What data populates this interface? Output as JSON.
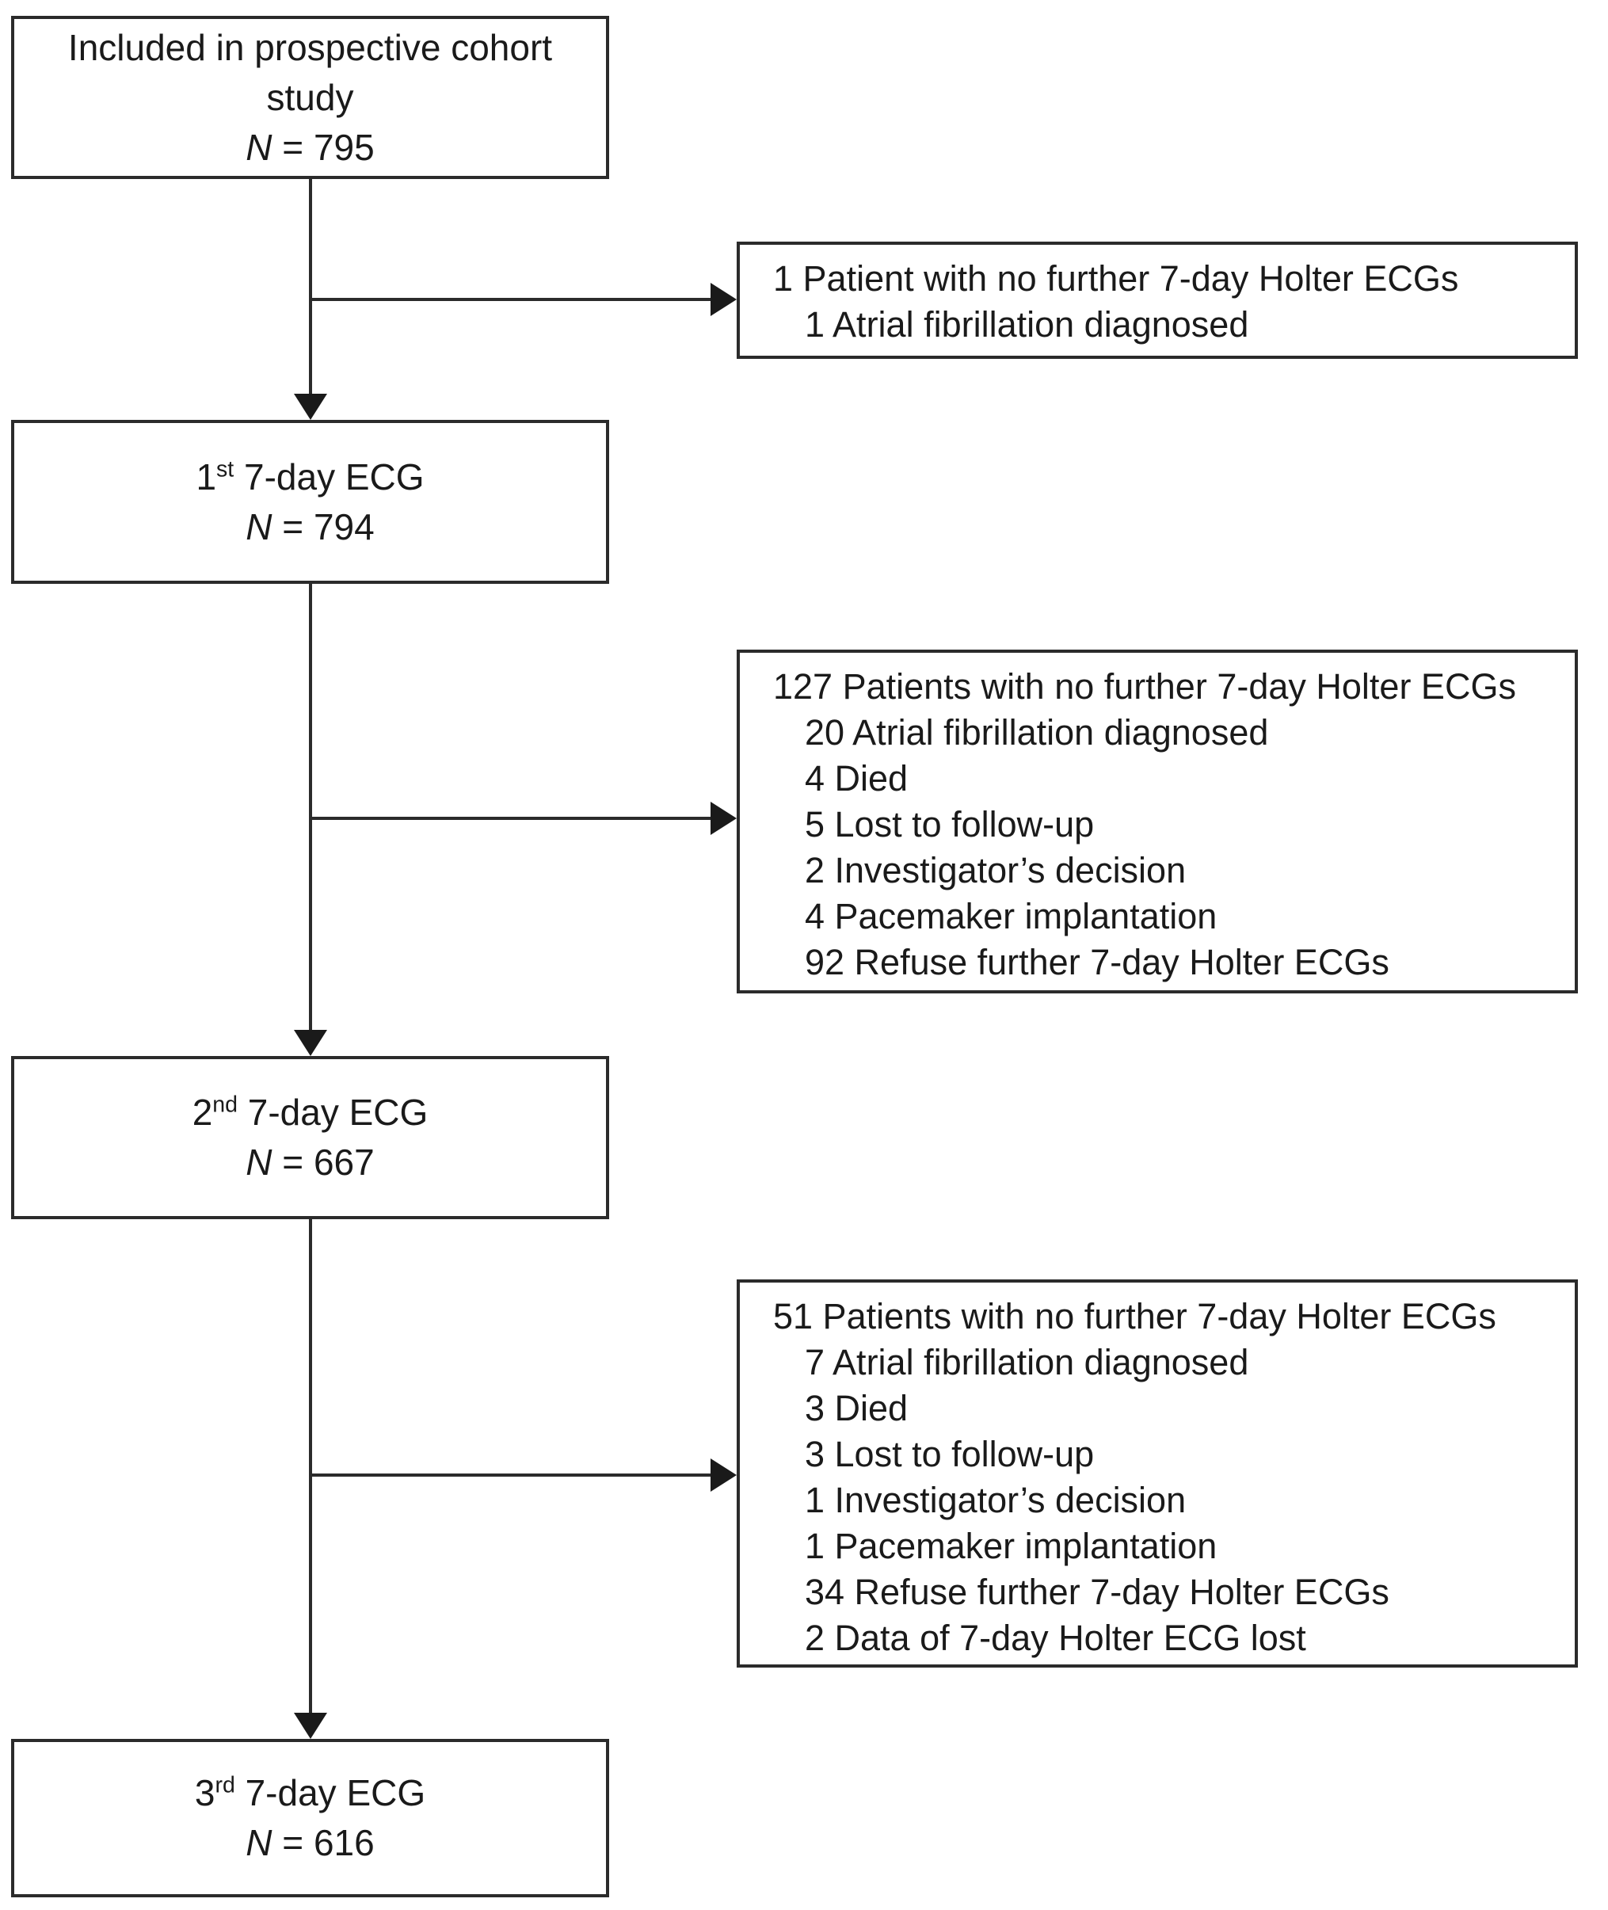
{
  "diagram": {
    "colors": {
      "background": "#ffffff",
      "box_border": "#2b2b2b",
      "line": "#2b2b2b",
      "text": "#1a1a1a"
    },
    "main_boxes": [
      {
        "title_lines": [
          "Included in prospective cohort",
          "study"
        ],
        "n_parts": {
          "italic": "N",
          "rest": " = 795"
        }
      },
      {
        "title_parts": {
          "pre": "1",
          "sup": "st",
          "post": " 7-day ECG"
        },
        "n_parts": {
          "italic": "N",
          "rest": " = 794"
        }
      },
      {
        "title_parts": {
          "pre": "2",
          "sup": "nd",
          "post": " 7-day ECG"
        },
        "n_parts": {
          "italic": "N",
          "rest": " = 667"
        }
      },
      {
        "title_parts": {
          "pre": "3",
          "sup": "rd",
          "post": " 7-day ECG"
        },
        "n_parts": {
          "italic": "N",
          "rest": " = 616"
        }
      }
    ],
    "side_boxes": [
      {
        "header": "1 Patient with no further 7-day Holter ECGs",
        "items": [
          "1 Atrial fibrillation diagnosed"
        ]
      },
      {
        "header": "127 Patients with no further 7-day Holter ECGs",
        "items": [
          "20 Atrial fibrillation diagnosed",
          "4 Died",
          "5 Lost to follow-up",
          "2 Investigator’s decision",
          "4 Pacemaker implantation",
          "92 Refuse further 7-day Holter ECGs"
        ]
      },
      {
        "header": "51 Patients with no further 7-day Holter ECGs",
        "items": [
          "7 Atrial fibrillation diagnosed",
          "3 Died",
          "3 Lost to follow-up",
          "1 Investigator’s decision",
          "1 Pacemaker implantation",
          "34 Refuse further 7-day Holter ECGs",
          "2 Data of 7-day Holter ECG lost"
        ]
      }
    ]
  }
}
